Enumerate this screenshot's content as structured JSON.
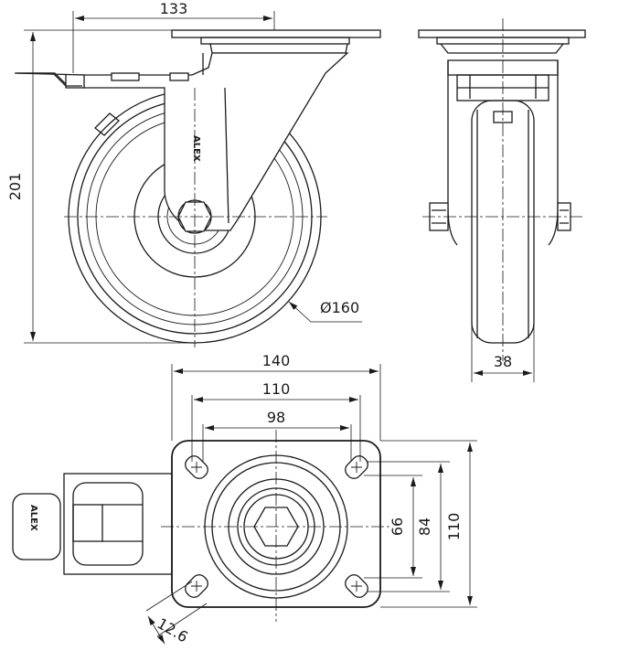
{
  "drawing": {
    "dimensions": {
      "top_plate_offset": "133",
      "overall_height": "201",
      "wheel_diameter": "Ø160",
      "wheel_width": "38",
      "plate_width": "140",
      "bolt_span_outer": "110",
      "bolt_span_inner": "98",
      "bolt_span_vertical_inner": "66",
      "bolt_span_vertical_outer": "84",
      "plate_height": "110",
      "slot_width": "12.6"
    },
    "brand_text": "ALEX",
    "icons": {
      "brake": "brake-pedal-icon",
      "bolt": "hex-bolt-icon"
    }
  }
}
